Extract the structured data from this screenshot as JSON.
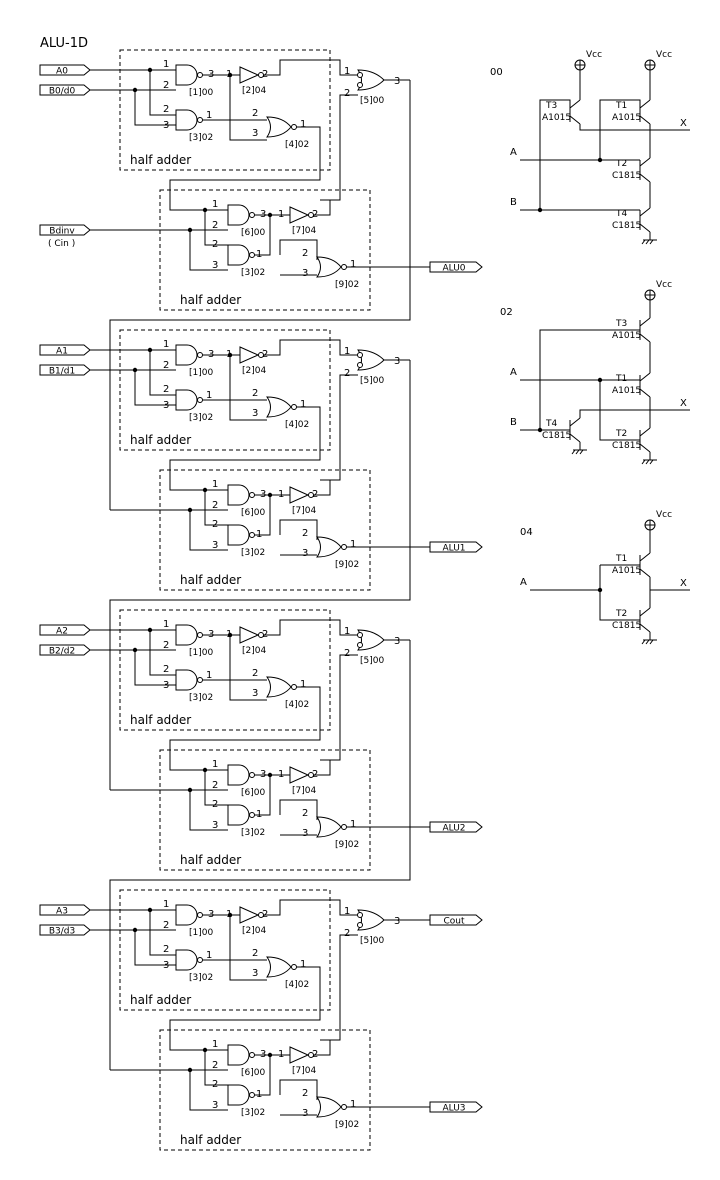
{
  "title": "ALU-1D",
  "stages": [
    {
      "inA": "A0",
      "inB": "B0/d0",
      "out": "ALU0"
    },
    {
      "inA": "A1",
      "inB": "B1/d1",
      "out": "ALU1"
    },
    {
      "inA": "A2",
      "inB": "B2/d2",
      "out": "ALU2"
    },
    {
      "inA": "A3",
      "inB": "B3/d3",
      "out": "ALU3"
    }
  ],
  "carry_in": {
    "label": "Bdinv",
    "sub": "( Cin )"
  },
  "carry_out": "Cout",
  "half_adder_label": "half adder",
  "gate_refs": {
    "g1": "[1]00",
    "g2": "[2]04",
    "g3": "[3]02",
    "g4": "[4]02",
    "g5": "[5]00",
    "g6": "[6]00",
    "g7": "[7]04",
    "g8": "[3]02",
    "g9": "[9]02"
  },
  "pins": {
    "p1": "1",
    "p2": "2",
    "p3": "3"
  },
  "transistor_circuits": [
    {
      "name": "00",
      "vcc": "Vcc",
      "inputs": [
        "A",
        "B"
      ],
      "output": "X",
      "transistors": [
        {
          "id": "T3",
          "part": "A1015"
        },
        {
          "id": "T1",
          "part": "A1015"
        },
        {
          "id": "T2",
          "part": "C1815"
        },
        {
          "id": "T4",
          "part": "C1815"
        }
      ]
    },
    {
      "name": "02",
      "vcc": "Vcc",
      "inputs": [
        "A",
        "B"
      ],
      "output": "X",
      "transistors": [
        {
          "id": "T3",
          "part": "A1015"
        },
        {
          "id": "T1",
          "part": "A1015"
        },
        {
          "id": "T4",
          "part": "C1815"
        },
        {
          "id": "T2",
          "part": "C1815"
        }
      ]
    },
    {
      "name": "04",
      "vcc": "Vcc",
      "inputs": [
        "A"
      ],
      "output": "X",
      "transistors": [
        {
          "id": "T1",
          "part": "A1015"
        },
        {
          "id": "T2",
          "part": "C1815"
        }
      ]
    }
  ]
}
